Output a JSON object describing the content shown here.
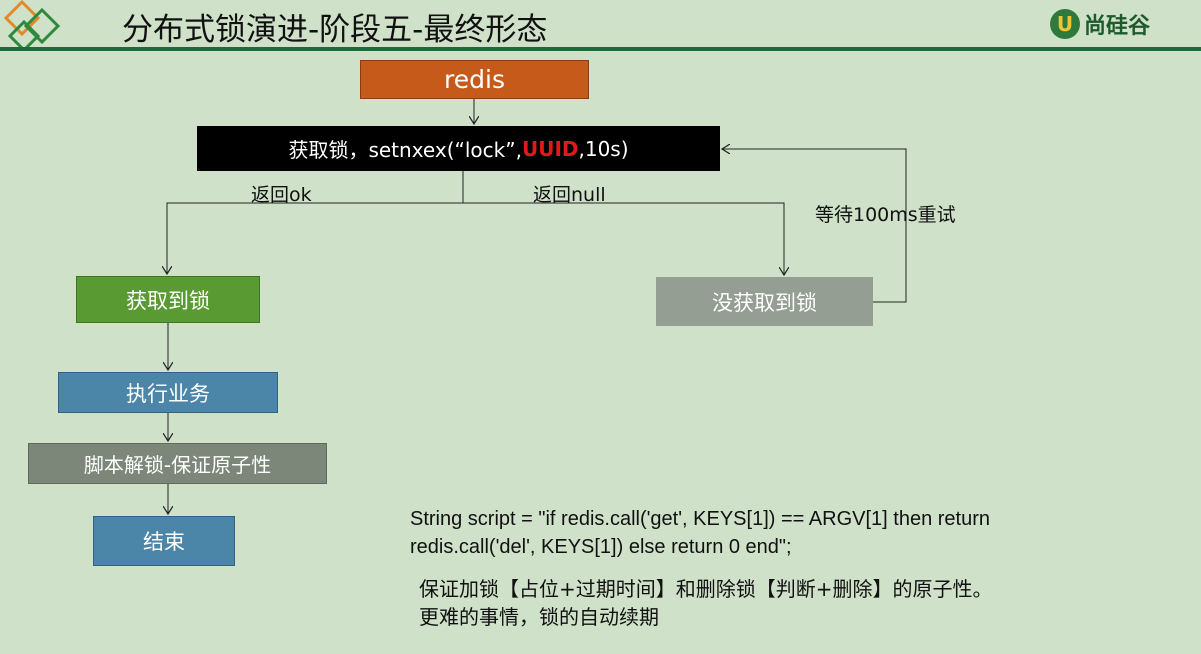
{
  "header": {
    "title": "分布式锁演进-阶段五-最终形态",
    "brand_mark": "U",
    "brand_name": "尚硅谷"
  },
  "diagram": {
    "redis_label": "redis",
    "getlock_prefix": "获取锁，setnxex(“lock”,",
    "getlock_uuid": "UUID",
    "getlock_suffix": ",10s)",
    "return_ok": "返回ok",
    "return_null": "返回null",
    "wait_retry": "等待100ms重试",
    "acquired": "获取到锁",
    "not_acquired": "没获取到锁",
    "execute": "执行业务",
    "script_unlock": "脚本解锁-保证原子性",
    "end": "结束"
  },
  "code": {
    "line1": "String script = \"if redis.call('get', KEYS[1]) == ARGV[1] then return",
    "line2": "redis.call('del', KEYS[1]) else return 0 end\";"
  },
  "notes": {
    "line1": "保证加锁【占位+过期时间】和删除锁【判断+删除】的原子性。",
    "line2": "更难的事情，锁的自动续期"
  },
  "colors": {
    "background": "#cfe1c9",
    "accent_green": "#1a6b3a",
    "redis_orange": "#c55a1b",
    "uuid_red": "#e01a1a",
    "acquired_green": "#5a9a32",
    "not_acquired_gray": "#949e92",
    "blue": "#4b86a8",
    "script_gray": "#7c877a"
  }
}
